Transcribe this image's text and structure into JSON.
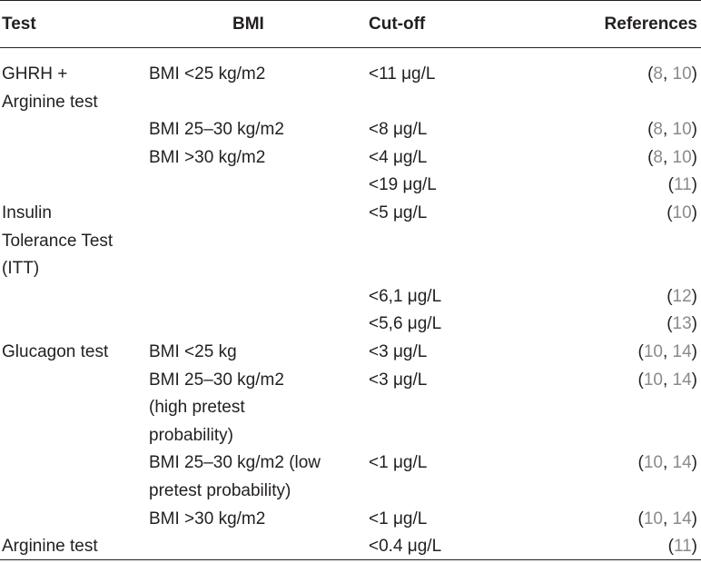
{
  "header": {
    "test": "Test",
    "bmi": "BMI",
    "cutoff": "Cut-off",
    "references": "References"
  },
  "lines": [
    {
      "test": "GHRH +",
      "bmi": "BMI <25 kg/m2",
      "cutoff": "<11 μg/L",
      "refs": [
        "8",
        "10"
      ]
    },
    {
      "test": "Arginine test",
      "bmi": "",
      "cutoff": "",
      "refs": []
    },
    {
      "test": "",
      "bmi": "BMI 25–30 kg/m2",
      "cutoff": "<8 μg/L",
      "refs": [
        "8",
        "10"
      ]
    },
    {
      "test": "",
      "bmi": "BMI >30 kg/m2",
      "cutoff": "<4 μg/L",
      "refs": [
        "8",
        "10"
      ]
    },
    {
      "test": "",
      "bmi": "",
      "cutoff": "<19 μg/L",
      "refs": [
        "11"
      ]
    },
    {
      "test": "Insulin",
      "bmi": "",
      "cutoff": "<5 μg/L",
      "refs": [
        "10"
      ]
    },
    {
      "test": "Tolerance Test",
      "bmi": "",
      "cutoff": "",
      "refs": []
    },
    {
      "test": "(ITT)",
      "bmi": "",
      "cutoff": "",
      "refs": []
    },
    {
      "test": "",
      "bmi": "",
      "cutoff": "<6,1 μg/L",
      "refs": [
        "12"
      ]
    },
    {
      "test": "",
      "bmi": "",
      "cutoff": "<5,6 μg/L",
      "refs": [
        "13"
      ]
    },
    {
      "test": "Glucagon test",
      "bmi": "BMI <25 kg",
      "cutoff": "<3 μg/L",
      "refs": [
        "10",
        "14"
      ]
    },
    {
      "test": "",
      "bmi": "BMI 25–30 kg/m2",
      "cutoff": "<3 μg/L",
      "refs": [
        "10",
        "14"
      ]
    },
    {
      "test": "",
      "bmi": "(high pretest",
      "cutoff": "",
      "refs": []
    },
    {
      "test": "",
      "bmi": "probability)",
      "cutoff": "",
      "refs": []
    },
    {
      "test": "",
      "bmi": "BMI 25–30 kg/m2 (low",
      "cutoff": "<1 μg/L",
      "refs": [
        "10",
        "14"
      ]
    },
    {
      "test": "",
      "bmi": "pretest probability)",
      "cutoff": "",
      "refs": []
    },
    {
      "test": "",
      "bmi": "BMI >30 kg/m2",
      "cutoff": "<1 μg/L",
      "refs": [
        "10",
        "14"
      ]
    },
    {
      "test": "Arginine test",
      "bmi": "",
      "cutoff": "<0.4 μg/L",
      "refs": [
        "11"
      ]
    }
  ]
}
